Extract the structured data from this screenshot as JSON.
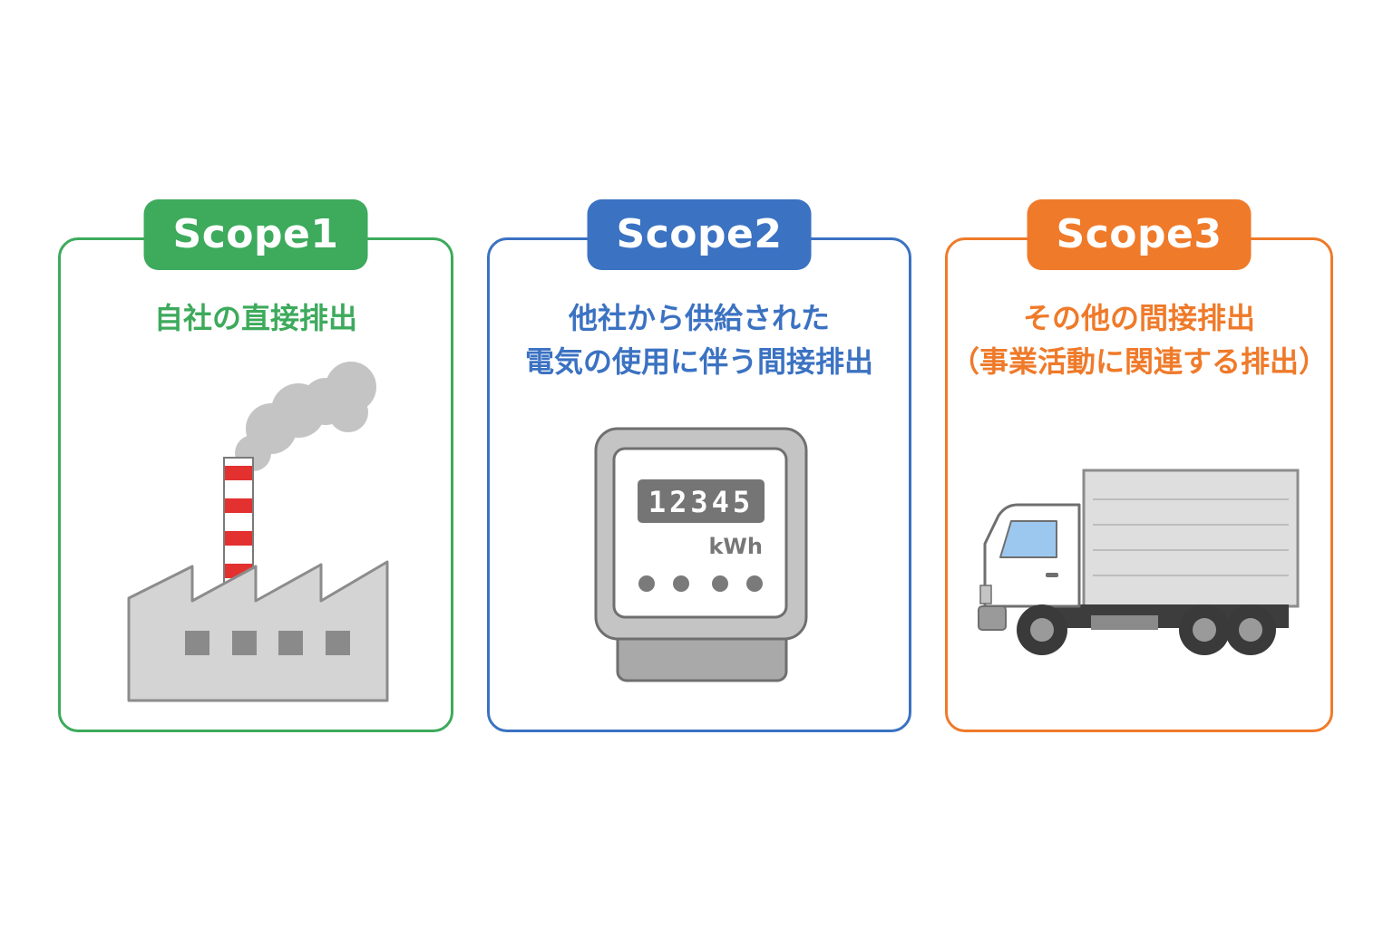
{
  "scopes": [
    {
      "label": "Scope1",
      "description_lines": [
        "自社の直接排出"
      ],
      "color": "#3daa5c",
      "icon": "factory-icon"
    },
    {
      "label": "Scope2",
      "description_lines": [
        "他社から供給された",
        "電気の使用に伴う間接排出"
      ],
      "color": "#3b72c2",
      "icon": "electric-meter-icon",
      "meter": {
        "digits": "12345",
        "unit": "kWh"
      }
    },
    {
      "label": "Scope3",
      "description_lines": [
        "その他の間接排出",
        "（事業活動に関連する排出）"
      ],
      "color": "#ef7a2a",
      "icon": "truck-icon"
    }
  ]
}
